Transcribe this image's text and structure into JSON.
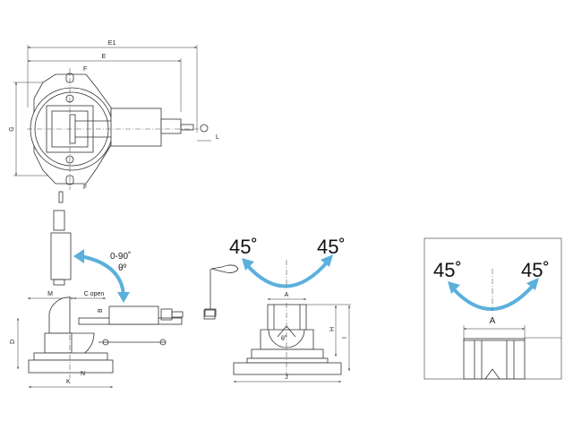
{
  "top_view": {
    "labels": {
      "e1": "E1",
      "e": "E",
      "f_top": "F",
      "f_bottom": "F",
      "g": "G",
      "l": "L"
    }
  },
  "side_view": {
    "rotation_range": "0-90˚",
    "theta": "θº",
    "labels": {
      "m": "M",
      "c_open": "C open",
      "b": "B",
      "d": "D",
      "k": "K",
      "n": "N"
    }
  },
  "front_view": {
    "angle_left": "45˚",
    "angle_right": "45˚",
    "labels": {
      "a": "A",
      "h": "H",
      "i": "I",
      "j": "J",
      "theta": "θ˚"
    }
  },
  "detail_view": {
    "angle_left": "45˚",
    "angle_right": "45˚",
    "labels": {
      "a": "A"
    }
  },
  "colors": {
    "arrow": "#5bb0dc",
    "line": "#333333"
  }
}
